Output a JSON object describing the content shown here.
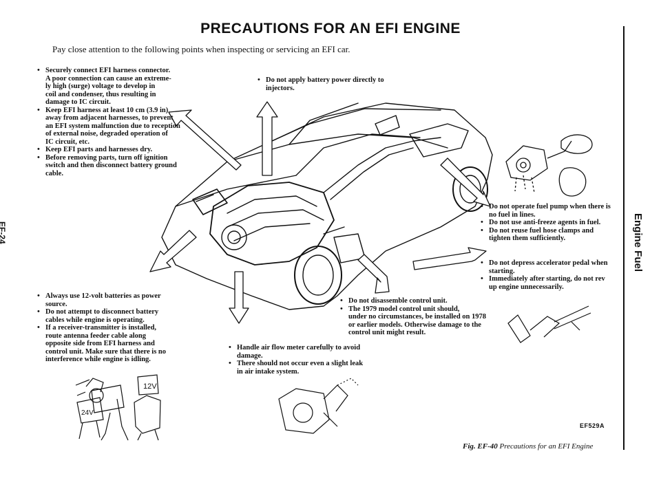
{
  "header": {
    "title": "PRECAUTIONS FOR AN EFI ENGINE",
    "subtitle": "Pay close attention to the following points when inspecting or servicing an EFI car."
  },
  "side": {
    "page_number": "EF-24",
    "section": "Engine Fuel"
  },
  "notes": {
    "top_left": [
      "Securely connect EFI harness connector.\nA poor connection can cause an extreme-\nly high (surge) voltage to develop in\ncoil and condenser, thus resulting in\ndamage to IC circuit.",
      "Keep EFI harness at least 10 cm (3.9 in)\naway from adjacent harnesses, to prevent\nan EFI system malfunction due to reception\nof external noise, degraded operation of\nIC circuit, etc.",
      "Keep EFI parts and harnesses dry.",
      "Before removing parts, turn off ignition\nswitch and then disconnect battery ground\ncable."
    ],
    "top_center": [
      "Do not apply battery power directly to\ninjectors."
    ],
    "right_upper": [
      "Do not operate fuel pump when there is\nno fuel in lines.",
      "Do not use anti-freeze agents in fuel.",
      "Do not reuse fuel hose clamps and\ntighten them sufficiently."
    ],
    "right_lower": [
      "Do not depress accelerator pedal when\nstarting.",
      "Immediately after starting, do not rev\nup engine unnecessarily."
    ],
    "bottom_left": [
      "Always use 12-volt batteries as power\nsource.",
      "Do not attempt to disconnect battery\ncables while engine is operating.",
      "If a receiver-transmitter is installed,\nroute antenna feeder cable along\nopposite side from EFI harness and\ncontrol unit. Make sure that there is no\ninterference while engine is idling."
    ],
    "bottom_center": [
      "Do not disassemble control unit.",
      "The 1979 model control unit should,\nunder no circumstances, be installed on 1978\nor earlier models. Otherwise damage to the\ncontrol unit might result."
    ],
    "bottom_airflow": [
      "Handle air flow meter carefully to avoid\ndamage.",
      "There should not occur even a slight leak\nin air intake system."
    ]
  },
  "battery_labels": [
    "12V",
    "24V"
  ],
  "figure": {
    "code": "EF529A",
    "caption_label": "Fig. EF-40",
    "caption_text": "Precautions for an EFI Engine"
  }
}
